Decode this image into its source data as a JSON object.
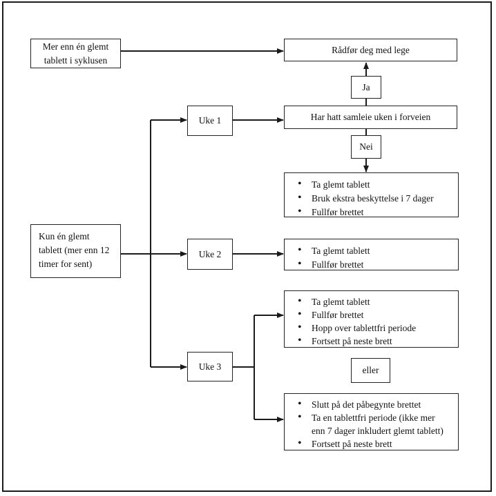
{
  "diagram": {
    "language": "Norwegian",
    "topic": "Glemt tablett flytskjema",
    "colors": {
      "background": "#ffffff",
      "line": "#1a1a1a",
      "text": "#111111"
    },
    "boxes": {
      "more_than_one_missed": {
        "text": "Mer enn én glemt\ntablett i syklusen"
      },
      "consult_doctor": {
        "text": "Rådfør deg med lege"
      },
      "yes": {
        "text": "Ja"
      },
      "week1": {
        "text": "Uke 1"
      },
      "intercourse_previous_week": {
        "text": "Har hatt samleie uken i forveien"
      },
      "no": {
        "text": "Nei"
      },
      "week1_actions": {
        "items": [
          "Ta glemt tablett",
          "Bruk ekstra beskyttelse i 7 dager",
          "Fullfør brettet"
        ]
      },
      "only_one_missed": {
        "text": "Kun én glemt\ntablett (mer enn 12\ntimer for sent)"
      },
      "week2": {
        "text": "Uke 2"
      },
      "week2_actions": {
        "items": [
          "Ta glemt tablett",
          "Fullfør brettet"
        ]
      },
      "week3": {
        "text": "Uke 3"
      },
      "week3_option1_actions": {
        "items": [
          "Ta glemt tablett",
          "Fullfør brettet",
          "Hopp over tablettfri periode",
          "Fortsett på neste brett"
        ]
      },
      "or": {
        "text": "eller"
      },
      "week3_option2_actions": {
        "items": [
          "Slutt på det påbegynte brettet",
          "Ta en tablettfri periode (ikke mer\nenn 7 dager inkludert glemt tablett)",
          "Fortsett på neste brett"
        ]
      }
    }
  }
}
